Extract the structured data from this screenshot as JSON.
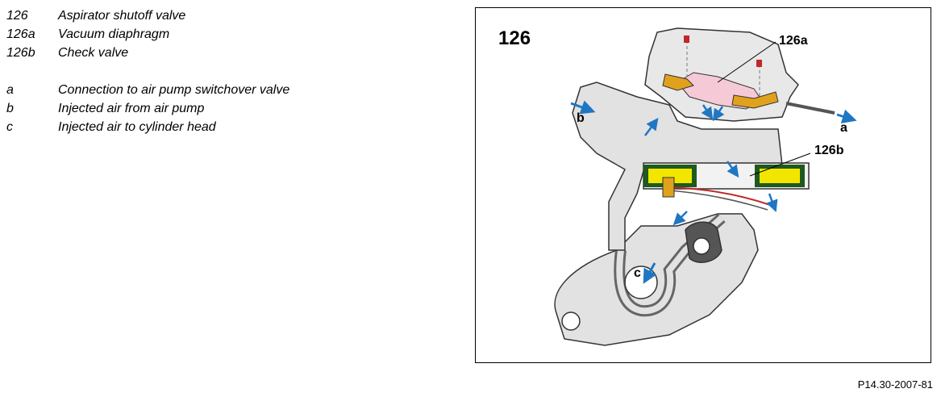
{
  "legend": {
    "items": [
      {
        "code": "126",
        "text": "Aspirator shutoff valve"
      },
      {
        "code": "126a",
        "text": "Vacuum diaphragm"
      },
      {
        "code": "126b",
        "text": "Check valve"
      },
      {
        "code": "a",
        "text": "Connection to air pump switchover valve"
      },
      {
        "code": "b",
        "text": "Injected air from air pump"
      },
      {
        "code": "c",
        "text": "Injected air to cylinder head"
      }
    ]
  },
  "figure": {
    "number": "126",
    "callouts": {
      "diaphragm": "126a",
      "check_valve": "126b",
      "a": "a",
      "b": "b",
      "c": "c"
    }
  },
  "reference": "P14.30-2007-81",
  "colors": {
    "housing": "#e2e2e2",
    "outline": "#333333",
    "diaphragm": "#f6c9d6",
    "valve_yellow": "#f2e600",
    "gold": "#e0a21c",
    "arrow": "#1f77c4",
    "seal_green": "#1e5a1e",
    "spring_red": "#c0282a"
  }
}
